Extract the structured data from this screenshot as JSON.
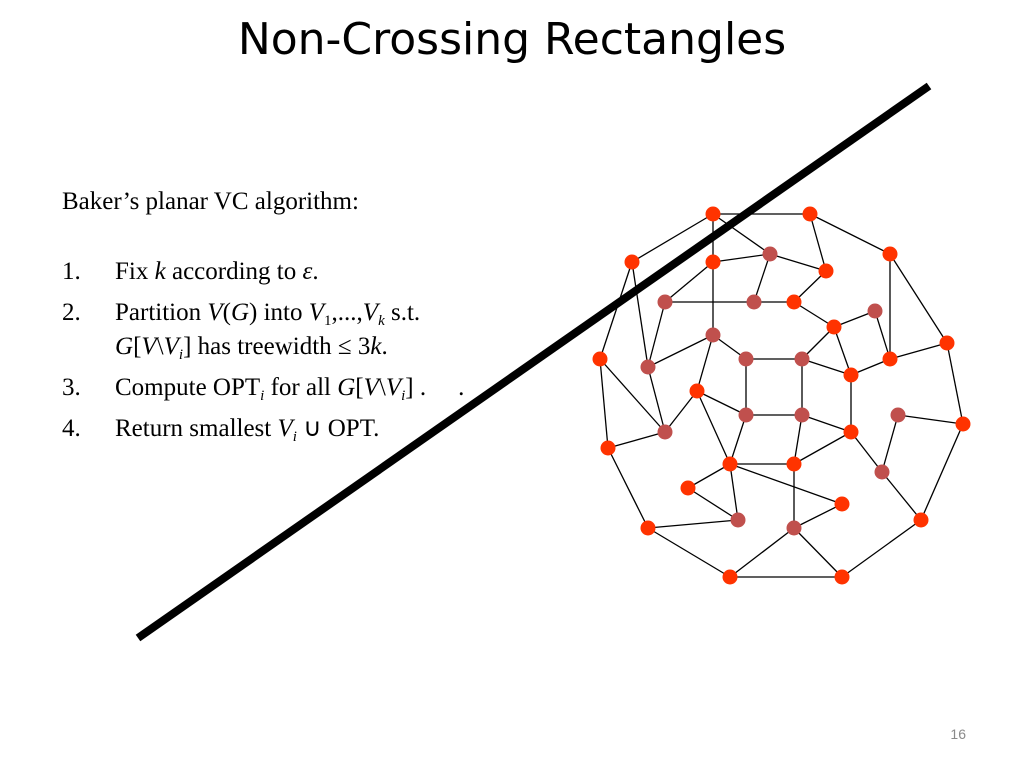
{
  "slide": {
    "title": "Non-Crossing Rectangles",
    "intro": "Baker’s planar VC algorithm:",
    "slide_number": "16"
  },
  "steps": [
    {
      "num": "1.",
      "parts": {
        "a": "Fix ",
        "k": "k",
        "b": " according to ",
        "eps": "ε",
        "c": "."
      }
    },
    {
      "num": "2.",
      "parts": {
        "a": "Partition ",
        "V": "V",
        "p1": "(",
        "G": "G",
        "p2": ") into ",
        "V1": "V",
        "one": "1",
        "dots": ",...,",
        "Vk": "V",
        "ksub": "k",
        "st": " s.t.",
        "G2": "G",
        "lb": "[",
        "V3": "V",
        "bs": "\\",
        "Vi": "V",
        "isub": "i",
        "rb": "] has treewidth ≤ 3",
        "k2": "k",
        "end": "."
      }
    },
    {
      "num": "3.",
      "parts": {
        "a": "Compute OPT",
        "isub": "i",
        "b": " for all ",
        "G": "G",
        "lb": "[",
        "V": "V",
        "bs": "\\",
        "Vi": "V",
        "isub2": "i",
        "rb": "] .",
        "trail": "."
      }
    },
    {
      "num": "4.",
      "parts": {
        "a": "Return smallest ",
        "V": "V",
        "isub": "i",
        "cup": "  ∪ OPT",
        "trail": "."
      }
    }
  ],
  "diagram": {
    "colors": {
      "outer_node": "#ff3300",
      "inner_node": "#c0504d",
      "edge": "#000000",
      "cut_line": "#000000"
    }
  }
}
